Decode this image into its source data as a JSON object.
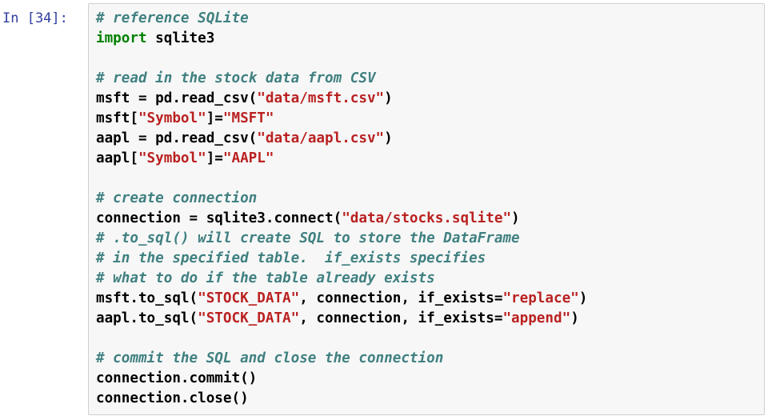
{
  "cell": {
    "prompt": "In [34]:",
    "colors": {
      "comment": "#408080",
      "keyword": "#008000",
      "string": "#ba2121",
      "prompt": "#303f9f",
      "editor_background": "#f7f7f7",
      "editor_border": "#cfcfcf"
    },
    "code_lines": [
      [
        {
          "t": "cm",
          "v": "# reference SQLite"
        }
      ],
      [
        {
          "t": "kw",
          "v": "import"
        },
        {
          "t": "tx",
          "v": " sqlite3"
        }
      ],
      [],
      [
        {
          "t": "cm",
          "v": "# read in the stock data from CSV"
        }
      ],
      [
        {
          "t": "tx",
          "v": "msft = pd.read_csv("
        },
        {
          "t": "st",
          "v": "\"data/msft.csv\""
        },
        {
          "t": "tx",
          "v": ")"
        }
      ],
      [
        {
          "t": "tx",
          "v": "msft["
        },
        {
          "t": "st",
          "v": "\"Symbol\""
        },
        {
          "t": "tx",
          "v": "]="
        },
        {
          "t": "st",
          "v": "\"MSFT\""
        }
      ],
      [
        {
          "t": "tx",
          "v": "aapl = pd.read_csv("
        },
        {
          "t": "st",
          "v": "\"data/aapl.csv\""
        },
        {
          "t": "tx",
          "v": ")"
        }
      ],
      [
        {
          "t": "tx",
          "v": "aapl["
        },
        {
          "t": "st",
          "v": "\"Symbol\""
        },
        {
          "t": "tx",
          "v": "]="
        },
        {
          "t": "st",
          "v": "\"AAPL\""
        }
      ],
      [],
      [
        {
          "t": "cm",
          "v": "# create connection"
        }
      ],
      [
        {
          "t": "tx",
          "v": "connection = sqlite3.connect("
        },
        {
          "t": "st",
          "v": "\"data/stocks.sqlite\""
        },
        {
          "t": "tx",
          "v": ")"
        }
      ],
      [
        {
          "t": "cm",
          "v": "# .to_sql() will create SQL to store the DataFrame"
        }
      ],
      [
        {
          "t": "cm",
          "v": "# in the specified table.  if_exists specifies"
        }
      ],
      [
        {
          "t": "cm",
          "v": "# what to do if the table already exists"
        }
      ],
      [
        {
          "t": "tx",
          "v": "msft.to_sql("
        },
        {
          "t": "st",
          "v": "\"STOCK_DATA\""
        },
        {
          "t": "tx",
          "v": ", connection, if_exists="
        },
        {
          "t": "st",
          "v": "\"replace\""
        },
        {
          "t": "tx",
          "v": ")"
        }
      ],
      [
        {
          "t": "tx",
          "v": "aapl.to_sql("
        },
        {
          "t": "st",
          "v": "\"STOCK_DATA\""
        },
        {
          "t": "tx",
          "v": ", connection, if_exists="
        },
        {
          "t": "st",
          "v": "\"append\""
        },
        {
          "t": "tx",
          "v": ")"
        }
      ],
      [],
      [
        {
          "t": "cm",
          "v": "# commit the SQL and close the connection"
        }
      ],
      [
        {
          "t": "tx",
          "v": "connection.commit()"
        }
      ],
      [
        {
          "t": "tx",
          "v": "connection.close()"
        }
      ]
    ]
  }
}
